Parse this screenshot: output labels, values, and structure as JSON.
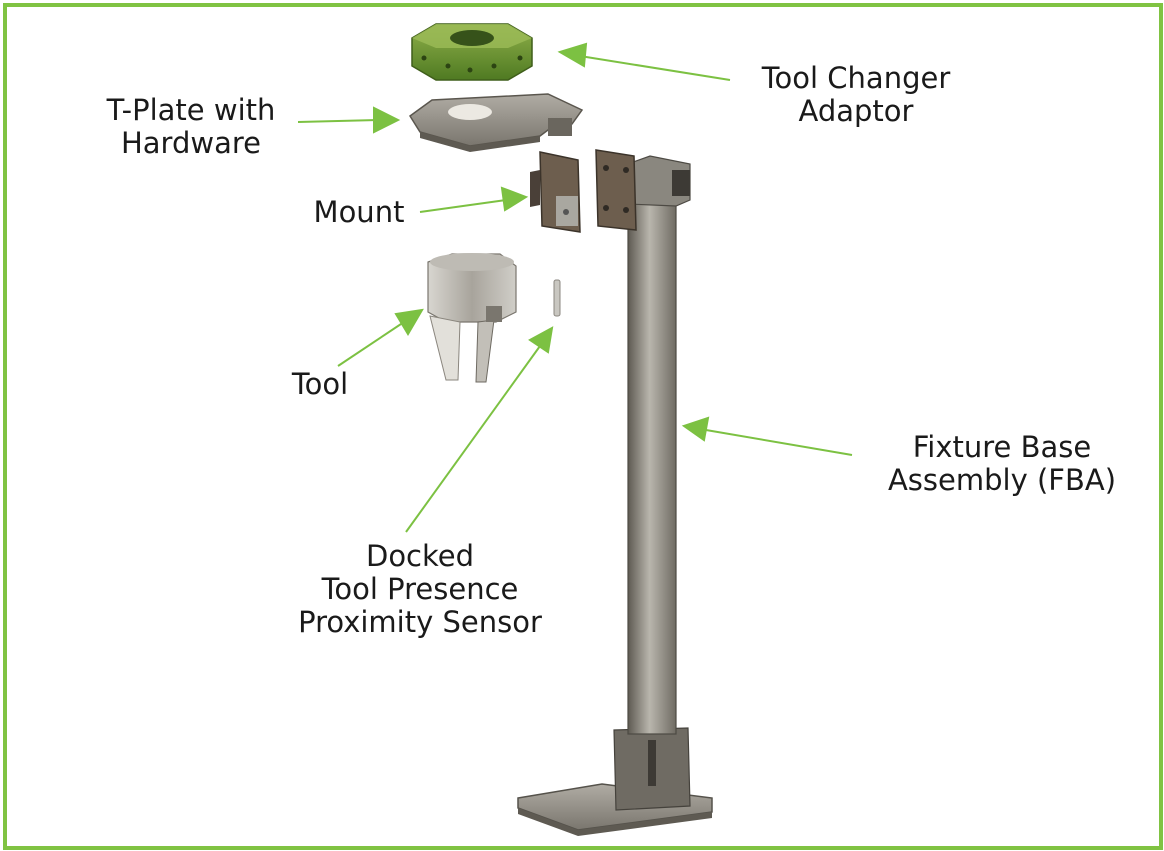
{
  "colors": {
    "border": "#80c342",
    "arrow": "#7cc142",
    "text": "#1a1a1a",
    "adaptor": "#6b9a2e",
    "metal": "#8a8a8a"
  },
  "labels": {
    "tool_changer_adaptor": [
      "Tool Changer",
      "Adaptor"
    ],
    "t_plate": [
      "T-Plate with",
      "Hardware"
    ],
    "mount": [
      "Mount"
    ],
    "tool": [
      "Tool"
    ],
    "fixture_base": [
      "Fixture Base",
      "Assembly (FBA)"
    ],
    "sensor": [
      "Docked",
      "Tool Presence",
      "Proximity Sensor"
    ]
  }
}
